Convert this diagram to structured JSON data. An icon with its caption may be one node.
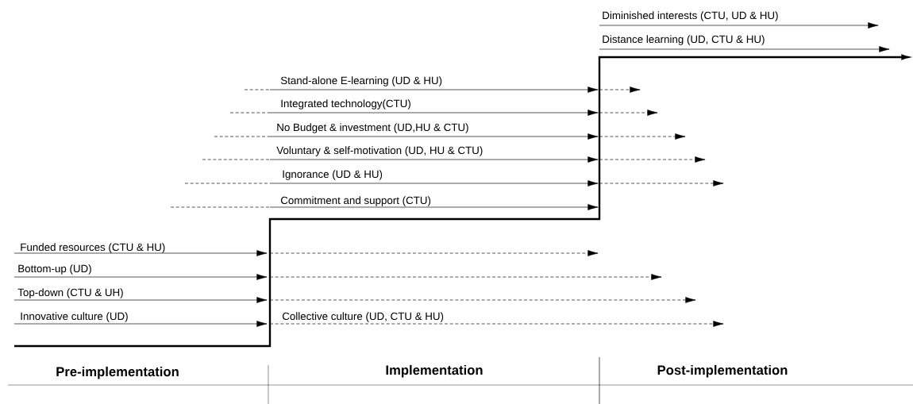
{
  "diagram": {
    "labels": [
      "Diminished interests (CTU, UD & HU)",
      "Distance learning (UD, CTU & HU)",
      "Stand-alone E-learning (UD & HU)",
      "Integrated technology(CTU)",
      "No Budget & investment (UD,HU & CTU)",
      "Voluntary & self-motivation (UD, HU & CTU)",
      "Ignorance (UD & HU)",
      "Commitment and support (CTU)",
      "Funded resources (CTU & HU)",
      "Bottom-up (UD)",
      "Top-down (CTU & UH)",
      "Innovative culture (UD)",
      "Collective culture (UD, CTU & HU)",
      "Pre-implementation",
      "Implementation",
      "Post-implementation"
    ]
  }
}
